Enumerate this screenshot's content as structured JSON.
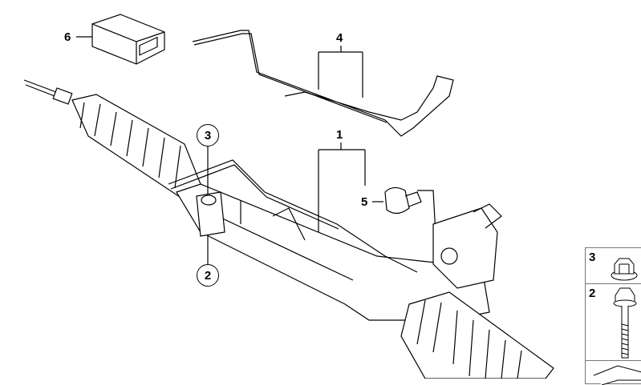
{
  "diagram": {
    "callouts": [
      {
        "id": "part-6",
        "label": "6"
      },
      {
        "id": "part-4",
        "label": "4"
      },
      {
        "id": "part-1",
        "label": "1"
      },
      {
        "id": "part-5",
        "label": "5"
      },
      {
        "id": "part-3",
        "label": "3"
      },
      {
        "id": "part-2",
        "label": "2"
      }
    ],
    "legend": [
      {
        "label": "3",
        "part": "flange-nut"
      },
      {
        "label": "2",
        "part": "hex-bolt"
      }
    ]
  }
}
